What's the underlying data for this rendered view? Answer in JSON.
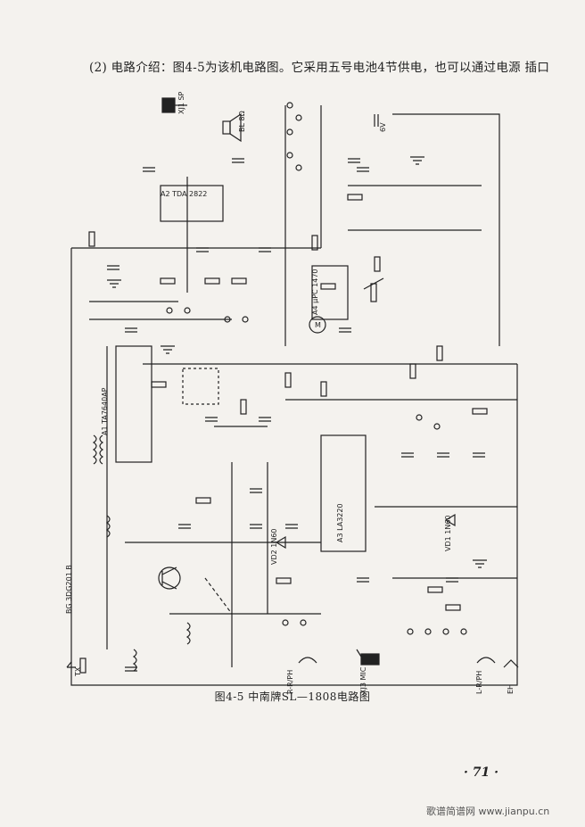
{
  "intro_text": "(2) 电路介绍：图4-5为该机电路图。它采用五号电池4节供电，也可以通过电源 插口",
  "figure_caption": "图4-5 中南牌SL—1808电路图",
  "page_number": "· 71 ·",
  "watermark": "歌谱简谱网 www.jianpu.cn",
  "component_labels": {
    "ic_a1": "A1 TA7640AP",
    "ic_a2": "A2 TDA 2822",
    "ic_a3": "A3 LA3220",
    "ic_a4": "A4 μPC 1470",
    "transistor": "BG 3DG201 B",
    "speaker": "BL 8Ω",
    "jack_sp": "XJ1 SP",
    "jack_mic": "XJ3 MIC",
    "jack_rph": "R-R/PH",
    "jack_lph": "L-R/PH",
    "jack_eh": "EH",
    "jack_tx": "TX",
    "power": "6V",
    "vd1": "VD1 1N60",
    "vd2": "VD2 1N60",
    "motor": "M"
  },
  "colors": {
    "ink": "#222222",
    "paper": "#f4f2ee"
  }
}
